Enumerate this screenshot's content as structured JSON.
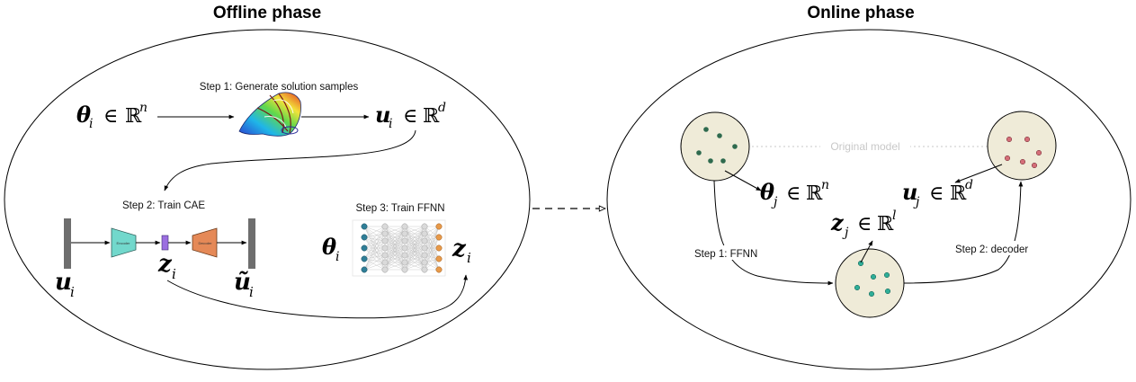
{
  "titles": {
    "offline": "Offline phase",
    "online": "Online phase"
  },
  "offline": {
    "step1": "Step 1: Generate solution samples",
    "step2": "Step 2: Train CAE",
    "step3": "Step 3: Train FFNN",
    "encoder_label": "Encoder",
    "decoder_label": "Decoder",
    "eq_theta": {
      "sym": "θ",
      "sub": "i",
      "in": "∈",
      "R": "ℝ",
      "sup": "n"
    },
    "eq_u": {
      "sym": "u",
      "sub": "i",
      "in": "∈",
      "R": "ℝ",
      "sup": "d"
    },
    "z_cae": {
      "sym": "z",
      "sub": "i"
    },
    "u_in": {
      "sym": "u",
      "sub": "i"
    },
    "u_out": {
      "sym": "ũ",
      "sub": "i"
    },
    "theta_ffnn": {
      "sym": "θ",
      "sub": "i"
    },
    "z_ffnn": {
      "sym": "z",
      "sub": "i"
    }
  },
  "online": {
    "original_model": "Original model",
    "step1": "Step 1: FFNN",
    "step2": "Step 2: decoder",
    "eq_theta": {
      "sym": "θ",
      "sub": "j",
      "in": "∈",
      "R": "ℝ",
      "sup": "n"
    },
    "eq_u": {
      "sym": "u",
      "sub": "j",
      "in": "∈",
      "R": "ℝ",
      "sup": "d"
    },
    "eq_z": {
      "sym": "z",
      "sub": "j",
      "in": "∈",
      "R": "ℝ",
      "sup": "l"
    }
  },
  "colors": {
    "circle_fill": "#efebd8",
    "dot_green": "#2e6a4e",
    "dot_teal": "#2fae98",
    "dot_pink": "#d46e78",
    "encoder": "#72d8cc",
    "decoder": "#e58957",
    "latent": "#9b6ee0",
    "bar": "#6e6e6e"
  }
}
